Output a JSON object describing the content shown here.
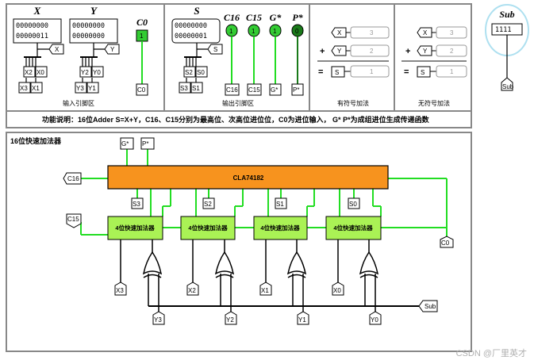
{
  "colors": {
    "wire": "#22dd22",
    "chip": "#f7931e",
    "adder": "#aaf255",
    "box_border": "#888888",
    "pin_on": "#33cc33",
    "pin_dark": "#1a7a1a",
    "sub_ring": "#aee0f0"
  },
  "input_panel": {
    "x_title": "X",
    "y_title": "Y",
    "x_bits": [
      "00000000",
      "00000011"
    ],
    "y_bits": [
      "00000000",
      "00000000"
    ],
    "x_tag": "X",
    "y_tag": "Y",
    "x_splits": [
      "X2",
      "X0",
      "X3",
      "X1"
    ],
    "y_splits": [
      "Y2",
      "Y0",
      "Y3",
      "Y1"
    ],
    "c0_title": "C0",
    "c0_value": "1",
    "c0_tag": "C0",
    "caption": "输入引脚区"
  },
  "output_panel": {
    "s_title": "S",
    "s_bits": [
      "00000000",
      "00000001"
    ],
    "s_tag": "S",
    "s_splits": [
      "S2",
      "S0",
      "S3",
      "S1"
    ],
    "pins": [
      {
        "title": "C16",
        "value": "1",
        "tag": "C16"
      },
      {
        "title": "C15",
        "value": "1",
        "tag": "C15"
      },
      {
        "title": "G*",
        "value": "1",
        "tag": "G*"
      },
      {
        "title": "P*",
        "value": "0",
        "tag": "P*"
      }
    ],
    "caption": "输出引脚区"
  },
  "signed_panel": {
    "x_tag": "X",
    "x_val": "3",
    "op1": "+",
    "y_tag": "Y",
    "y_val": "2",
    "op2": "=",
    "s_tag": "S",
    "s_val": "1",
    "caption": "有符号加法"
  },
  "unsigned_panel": {
    "x_tag": "X",
    "x_val": "3",
    "op1": "+",
    "y_tag": "Y",
    "y_val": "2",
    "op2": "=",
    "s_tag": "S",
    "s_val": "1",
    "caption": "无符号加法"
  },
  "sub_panel": {
    "title": "Sub",
    "bits": "1111",
    "tag": "Sub"
  },
  "description": "功能说明：16位Adder  S=X+Y，C16、C15分别为最高位、次高位进位位，C0为进位输入，  G* P*为成组进位生成传递函数",
  "circuit": {
    "title": "16位快速加法器",
    "chip_label": "CLA74182",
    "gp_tags": [
      "G*",
      "P*"
    ],
    "c16_tag": "C16",
    "c15_tag": "C15",
    "c0_tag": "C0",
    "sub_tag": "Sub",
    "adders": [
      {
        "label": "4位快速加法器",
        "s": "S3",
        "x": "X3",
        "y": "Y3"
      },
      {
        "label": "4位快速加法器",
        "s": "S2",
        "x": "X2",
        "y": "Y2"
      },
      {
        "label": "4位快速加法器",
        "s": "S1",
        "x": "X1",
        "y": "Y1"
      },
      {
        "label": "4位快速加法器",
        "s": "S0",
        "x": "X0",
        "y": "Y0"
      }
    ]
  },
  "watermark": "CSDN @厂里英才"
}
